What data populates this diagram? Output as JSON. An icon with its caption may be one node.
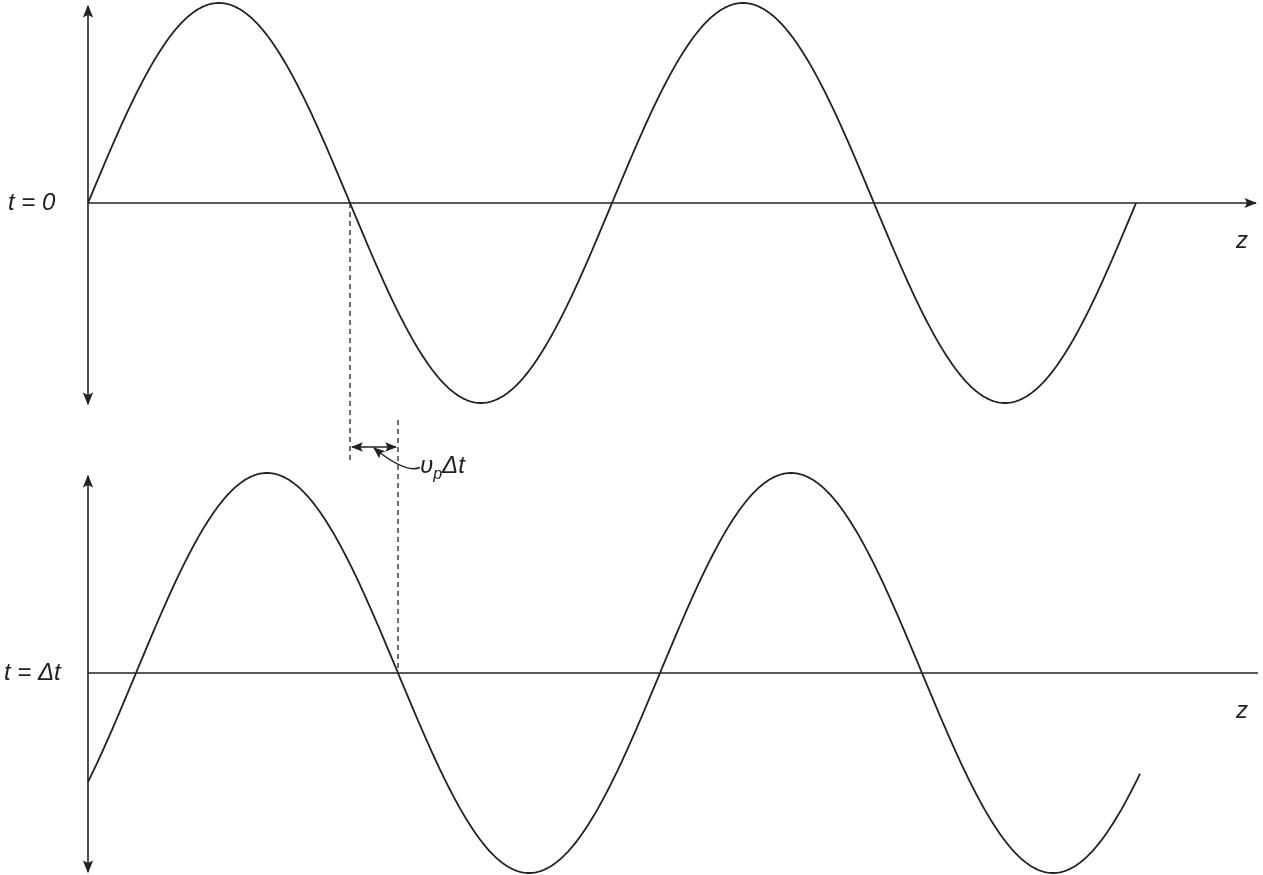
{
  "diagram": {
    "nodes": [
      {
        "text": [
          "υ$_{p}$Δt"
        ]
      },
      {
        "text": [],
        "shape": "bar"
      }
    ],
    "edges": [
      {
        "from": 0,
        "to": 1,
        "arrow": "to"
      }
    ],
    "labels": [
      "t = 0",
      "z",
      "t = Δt",
      "z"
    ]
  }
}
